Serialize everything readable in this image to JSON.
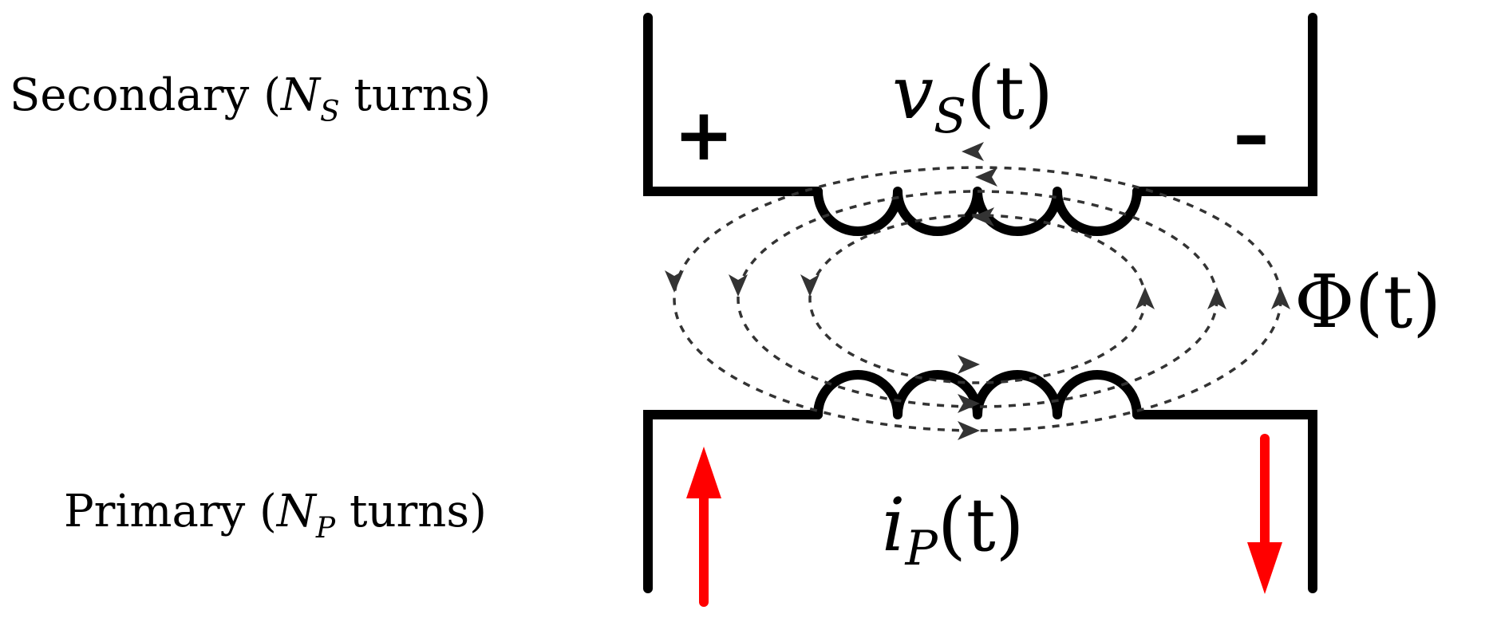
{
  "labels": {
    "secondary_prefix": "Secondary (",
    "secondary_symbol": "N",
    "secondary_subscript": "S",
    "secondary_suffix": " turns)",
    "primary_prefix": "Primary (",
    "primary_symbol": "N",
    "primary_subscript": "P",
    "primary_suffix": " turns)"
  },
  "quantities": {
    "vs_symbol": "v",
    "vs_subscript": "S",
    "vs_arg": "(t)",
    "ip_symbol": "i",
    "ip_subscript": "P",
    "ip_arg": "(t)",
    "flux_symbol": "Φ",
    "flux_arg": "(t)"
  },
  "polarity": {
    "plus": "+",
    "minus": "–"
  },
  "colors": {
    "wire": "#000000",
    "flux_lines": "#333333",
    "current_arrows": "#ff0000"
  },
  "icons": {
    "current_up": "arrow-up-icon",
    "current_down": "arrow-down-icon"
  }
}
